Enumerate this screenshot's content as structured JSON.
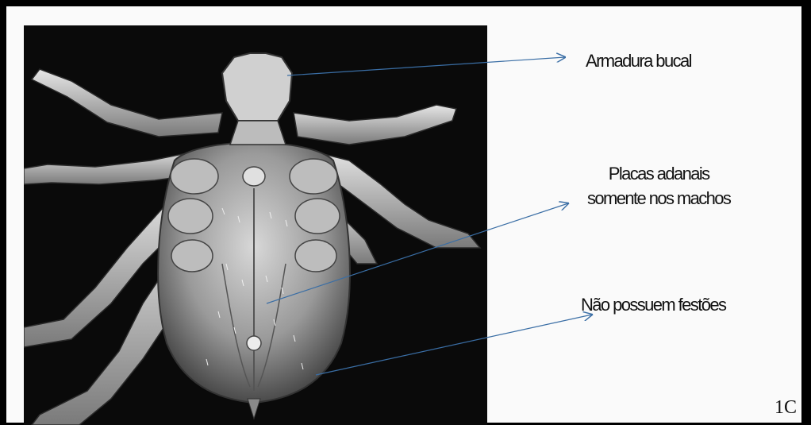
{
  "labels": {
    "mouthparts": "Armadura bucal",
    "adanal_line1": "Placas adanais",
    "adanal_line2": "somente nos machos",
    "festoons": "Não possuem festões"
  },
  "figure_id": "1C",
  "colors": {
    "frame": "#000000",
    "background": "#fafafa",
    "micrograph_bg": "#0a0a0a",
    "arrow": "#3a6ea5"
  }
}
